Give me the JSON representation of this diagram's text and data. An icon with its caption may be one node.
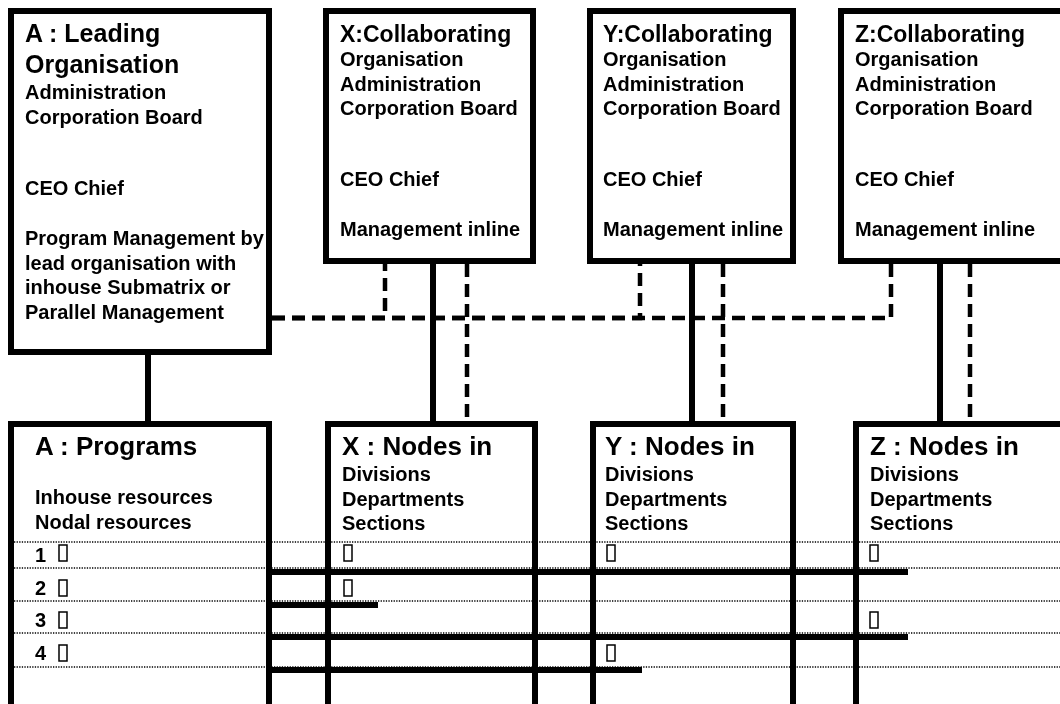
{
  "diagram": {
    "nodes": [
      {
        "text": [
          "A : Leading Organisation",
          "Administration Corporation Board",
          "CEO Chief",
          "Program Management by lead organisation with inhouse Submatrix or Parallel Management"
        ]
      },
      {
        "text": [
          "X:Collaborating",
          "Organisation Administration Corporation Board",
          "CEO Chief",
          "Management inline"
        ]
      },
      {
        "text": [
          "Y:Collaborating",
          "Organisation Administration Corporation Board",
          "CEO Chief",
          "Management inline"
        ]
      },
      {
        "text": [
          "Z:Collaborating",
          "Organisation Administration Corporation Board",
          "CEO Chief",
          "Management inline"
        ]
      },
      {
        "text": [
          "A : Programs",
          "Inhouse resources Nodal resources"
        ]
      },
      {
        "text": [
          "X : Nodes in",
          "Divisions Departments Sections"
        ]
      },
      {
        "text": [
          "Y : Nodes in",
          "Divisions Departments Sections"
        ]
      },
      {
        "text": [
          "Z : Nodes in",
          "Divisions Departments Sections"
        ]
      }
    ],
    "edges": [
      {
        "from": 0,
        "to": 4,
        "arrow": "none"
      },
      {
        "from": 0,
        "to": 1,
        "arrow": "none",
        "style": "dashed"
      },
      {
        "from": 0,
        "to": 2,
        "arrow": "none",
        "style": "dashed"
      },
      {
        "from": 0,
        "to": 3,
        "arrow": "none",
        "style": "dashed"
      },
      {
        "from": 1,
        "to": 5,
        "arrow": "none"
      },
      {
        "from": 1,
        "to": 5,
        "arrow": "none",
        "style": "dashed"
      },
      {
        "from": 2,
        "to": 6,
        "arrow": "none"
      },
      {
        "from": 2,
        "to": 6,
        "arrow": "none",
        "style": "dashed"
      },
      {
        "from": 3,
        "to": 7,
        "arrow": "none"
      },
      {
        "from": 3,
        "to": 7,
        "arrow": "none",
        "style": "dashed"
      }
    ],
    "labels": [
      "1",
      "2",
      "3",
      "4"
    ]
  }
}
